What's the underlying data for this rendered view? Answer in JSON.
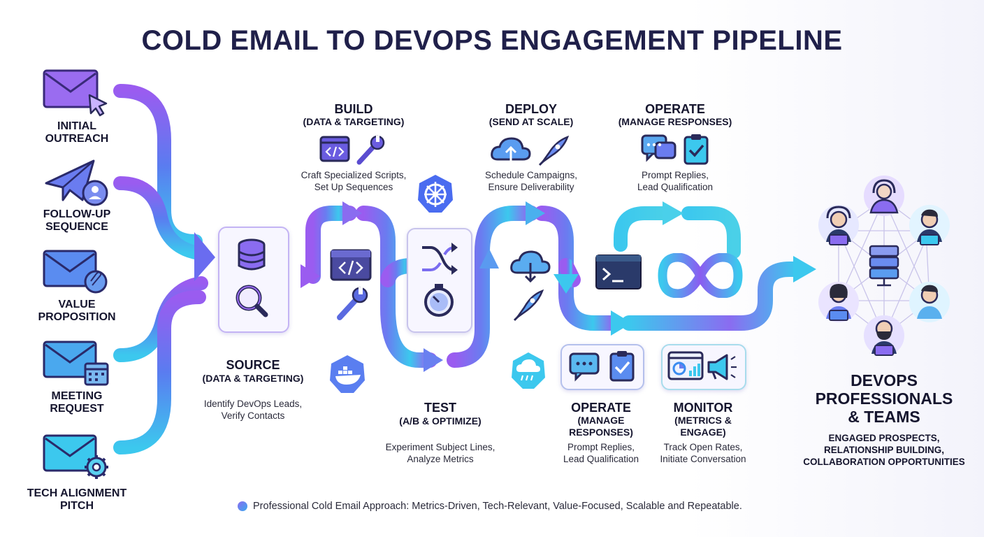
{
  "title": "COLD EMAIL TO DEVOPS ENGAGEMENT PIPELINE",
  "inputs": [
    {
      "line1": "INITIAL",
      "line2": "OUTREACH"
    },
    {
      "line1": "FOLLOW-UP",
      "line2": "SEQUENCE"
    },
    {
      "line1": "VALUE",
      "line2": "PROPOSITION"
    },
    {
      "line1": "MEETING",
      "line2": "REQUEST"
    },
    {
      "line1": "TECH ALIGNMENT",
      "line2": "PITCH"
    }
  ],
  "stages": {
    "source": {
      "title": "SOURCE",
      "subtitle": "(DATA & TARGETING)",
      "desc1": "Identify DevOps Leads,",
      "desc2": "Verify Contacts"
    },
    "build": {
      "title": "BUILD",
      "subtitle": "(DATA & TARGETING)",
      "desc1": "Craft Specialized Scripts,",
      "desc2": "Set Up Sequences"
    },
    "test": {
      "title": "TEST",
      "subtitle": "(A/B & OPTIMIZE)",
      "desc1": "Experiment Subject Lines,",
      "desc2": "Analyze Metrics"
    },
    "deploy": {
      "title": "DEPLOY",
      "subtitle": "(SEND AT SCALE)",
      "desc1": "Schedule Campaigns,",
      "desc2": "Ensure Deliverability"
    },
    "operate_top": {
      "title": "OPERATE",
      "subtitle": "(MANAGE RESPONSES)",
      "desc1": "Prompt Replies,",
      "desc2": "Lead Qualification"
    },
    "operate_bottom": {
      "title": "OPERATE",
      "subtitle1": "(MANAGE",
      "subtitle2": "RESPONSES)",
      "desc1": "Prompt Replies,",
      "desc2": "Lead Qualification"
    },
    "monitor": {
      "title": "MONITOR",
      "subtitle1": "(METRICS &",
      "subtitle2": "ENGAGE)",
      "desc1": "Track Open Rates,",
      "desc2": "Initiate Conversation"
    }
  },
  "outcome": {
    "title1": "DEVOPS",
    "title2": "PROFESSIONALS",
    "title3": "& TEAMS",
    "desc1": "ENGAGED PROSPECTS,",
    "desc2": "RELATIONSHIP BUILDING,",
    "desc3": "COLLABORATION OPPORTUNITIES"
  },
  "footer": "Professional Cold Email Approach: Metrics-Driven, Tech-Relevant, Value-Focused, Scalable and Repeatable.",
  "colors": {
    "purple": "#8a5cf0",
    "blue": "#5a7cf0",
    "cyan": "#3cc8ee",
    "navy": "#2a3a6a"
  }
}
